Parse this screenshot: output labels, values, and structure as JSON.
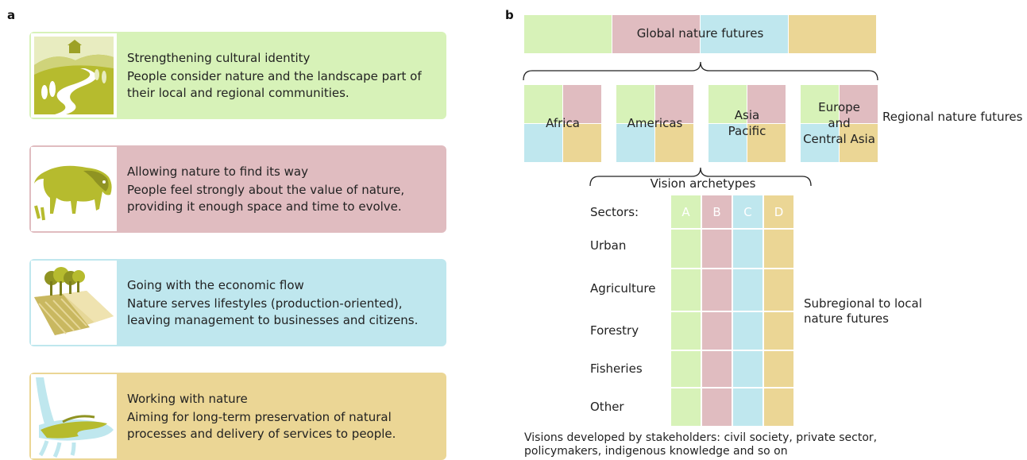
{
  "colors": {
    "green": "#d7f2b8",
    "pink": "#e0bcc0",
    "blue": "#bfe7ee",
    "yellow": "#ebd695",
    "olive": "#b6bb2e"
  },
  "panel_a": {
    "label": "a",
    "cards": [
      {
        "icon": "landscape-road-icon",
        "title": "Strengthening cultural identity",
        "description": "People consider nature and the landscape part of their local and regional communities.",
        "color": "#d7f2b8"
      },
      {
        "icon": "bison-icon",
        "title": "Allowing nature to find its way",
        "description": "People feel strongly about the value of nature, providing it enough space and time to evolve.",
        "color": "#e0bcc0"
      },
      {
        "icon": "farm-field-icon",
        "title": "Going with the economic flow",
        "description": "Nature serves lifestyles (production-oriented), leaving management to businesses and citizens.",
        "color": "#bfe7ee"
      },
      {
        "icon": "hand-water-icon",
        "title": "Working with nature",
        "description": "Aiming for long-term preservation of natural processes and delivery of services to people.",
        "color": "#ebd695"
      }
    ]
  },
  "panel_b": {
    "label": "b",
    "global_label": "Global nature futures",
    "regions": [
      {
        "text": "Africa"
      },
      {
        "text": "Americas"
      },
      {
        "text": "Asia\nPacific"
      },
      {
        "text": "Europe\nand\nCentral Asia"
      }
    ],
    "regional_label": "Regional nature futures",
    "archetypes_label": "Vision archetypes",
    "sectors_label": "Sectors:",
    "archetype_columns": [
      "A",
      "B",
      "C",
      "D"
    ],
    "sectors": [
      "Urban",
      "Agriculture",
      "Forestry",
      "Fisheries",
      "Other"
    ],
    "subregional_label": "Subregional to local\nnature futures",
    "footnote": "Visions developed by stakeholders: civil society, private sector,\npolicymakers, indigenous knowledge and so on"
  }
}
